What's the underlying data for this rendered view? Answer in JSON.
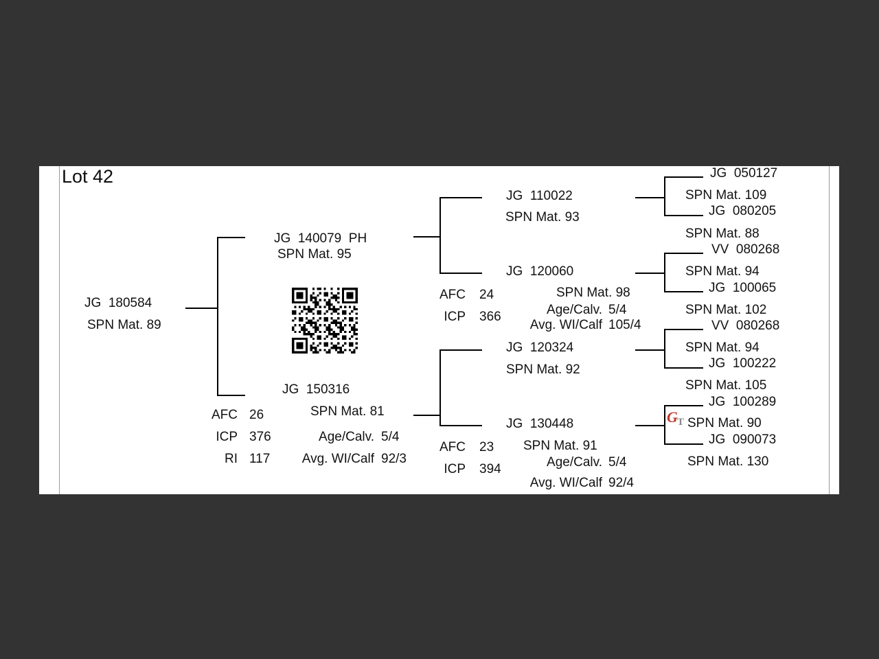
{
  "app": {
    "background_color": "#333333",
    "page_color": "#ffffff",
    "line_color": "#000000",
    "logo_red": "#c0392b"
  },
  "lot": {
    "title": "Lot 42"
  },
  "pedigree": {
    "subject": {
      "name": "JG  180584",
      "spn": "SPN Mat. 89"
    },
    "sire": {
      "name": "JG  140079  PH",
      "spn": "SPN Mat. 95",
      "afc_label": "AFC",
      "afc": "24",
      "icp_label": "ICP",
      "icp": "366"
    },
    "dam": {
      "name": "JG  150316",
      "spn": "SPN Mat. 81",
      "afc_label": "AFC",
      "afc": "26",
      "icp_label": "ICP",
      "icp": "376",
      "ri_label": "RI",
      "ri": "117",
      "age_calv_label": "Age/Calv.",
      "age_calv": "5/4",
      "avg_wi_label": "Avg. WI/Calf",
      "avg_wi": "92/3"
    },
    "sire_sire": {
      "name": "JG  110022",
      "spn": "SPN Mat. 93"
    },
    "sire_dam": {
      "name": "JG  120060",
      "spn": "SPN Mat. 98",
      "age_calv_label": "Age/Calv.",
      "age_calv": "5/4",
      "avg_wi_label": "Avg. WI/Calf",
      "avg_wi": "105/4"
    },
    "dam_sire": {
      "name": "JG  120324",
      "spn": "SPN Mat. 92"
    },
    "dam_dam": {
      "name": "JG  130448",
      "spn": "SPN Mat. 91",
      "afc_label": "AFC",
      "afc": "23",
      "icp_label": "ICP",
      "icp": "394",
      "age_calv_label": "Age/Calv.",
      "age_calv": "5/4",
      "avg_wi_label": "Avg. WI/Calf",
      "avg_wi": "92/4"
    },
    "great_grandparents": [
      {
        "name": "JG  050127",
        "spn": "SPN Mat. 109"
      },
      {
        "name": "JG  080205",
        "spn": "SPN Mat. 88"
      },
      {
        "name": "VV  080268",
        "spn": "SPN Mat. 94"
      },
      {
        "name": "JG  100065",
        "spn": "SPN Mat. 102"
      },
      {
        "name": "VV  080268",
        "spn": "SPN Mat. 94"
      },
      {
        "name": "JG  100222",
        "spn": "SPN Mat. 105"
      },
      {
        "name": "JG  100289",
        "spn": "SPN Mat. 90"
      },
      {
        "name": "JG  090073",
        "spn": "SPN Mat. 130"
      }
    ]
  },
  "icons": {
    "qr": "qr-code",
    "logo": "gt-logo"
  }
}
